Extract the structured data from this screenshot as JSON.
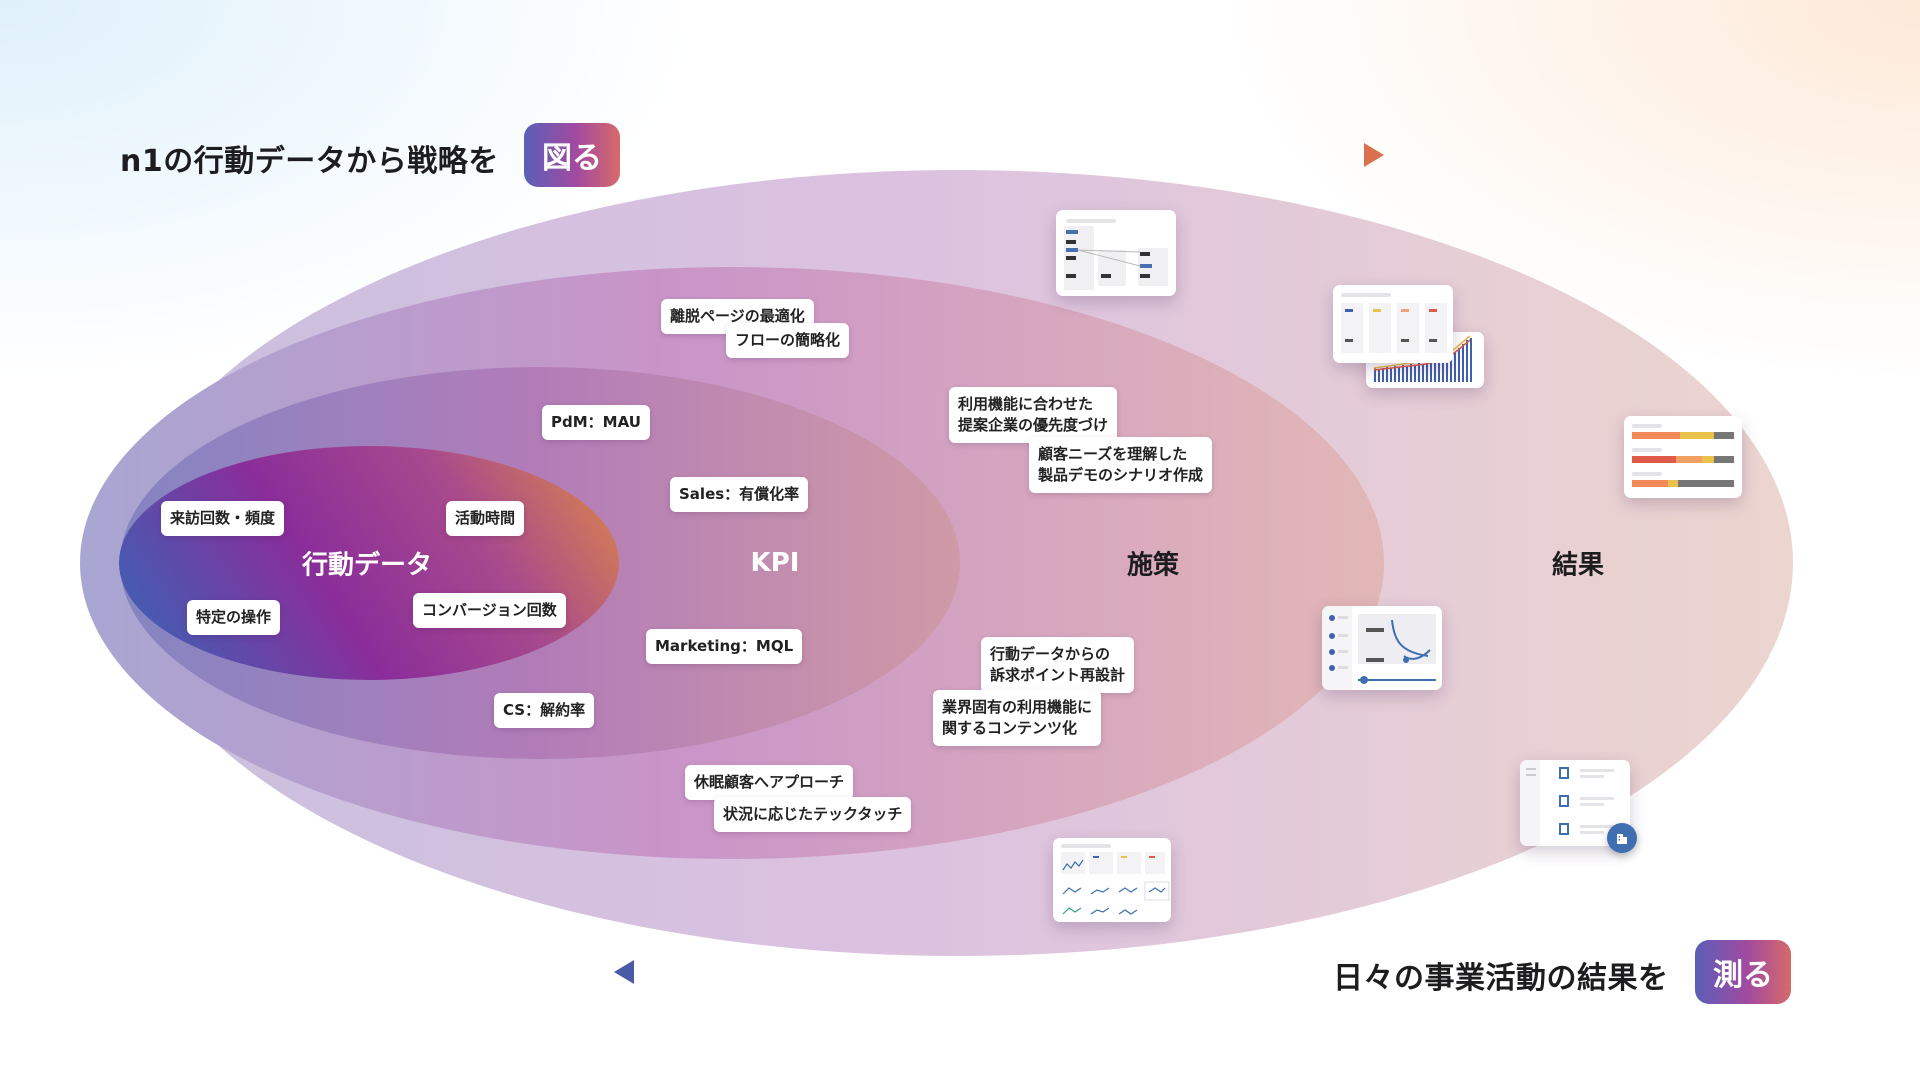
{
  "headline_top": {
    "text": "n1の行動データから戦略を",
    "badge": "図る"
  },
  "headline_bottom": {
    "text": "日々の事業活動の結果を",
    "badge": "測る"
  },
  "circles": {
    "behavior": "行動データ",
    "kpi": "KPI",
    "measures": "施策",
    "results": "結果"
  },
  "tags": {
    "visit_frequency": "来訪回数・頻度",
    "active_time": "活動時間",
    "specific_operation": "特定の操作",
    "conversion_count": "コンバージョン回数",
    "pdm_mau": "PdM：MAU",
    "sales_paid_rate": "Sales：有償化率",
    "marketing_mql": "Marketing：MQL",
    "cs_churn": "CS：解約率",
    "exit_page_opt": "離脱ページの最適化",
    "flow_simplify": "フローの簡略化",
    "feature_priority_1": "利用機能に合わせた",
    "feature_priority_2": "提案企業の優先度づけ",
    "demo_scenario_1": "顧客ニーズを理解した",
    "demo_scenario_2": "製品デモのシナリオ作成",
    "appeal_redesign_1": "行動データからの",
    "appeal_redesign_2": "訴求ポイント再設計",
    "industry_content_1": "業界固有の利用機能に",
    "industry_content_2": "関するコンテンツ化",
    "dormant_approach": "休眠顧客へアプローチ",
    "tech_touch": "状況に応じたテックタッチ"
  },
  "colors": {
    "arrow_top_start": "#a9a3c9",
    "arrow_top_end": "#d9714e",
    "arrow_bottom_start": "#4b5aa6",
    "arrow_bottom_end": "#d8cbd8",
    "badge_gradient": [
      "#5a5fb8",
      "#a24aa0",
      "#d66a6a"
    ]
  }
}
